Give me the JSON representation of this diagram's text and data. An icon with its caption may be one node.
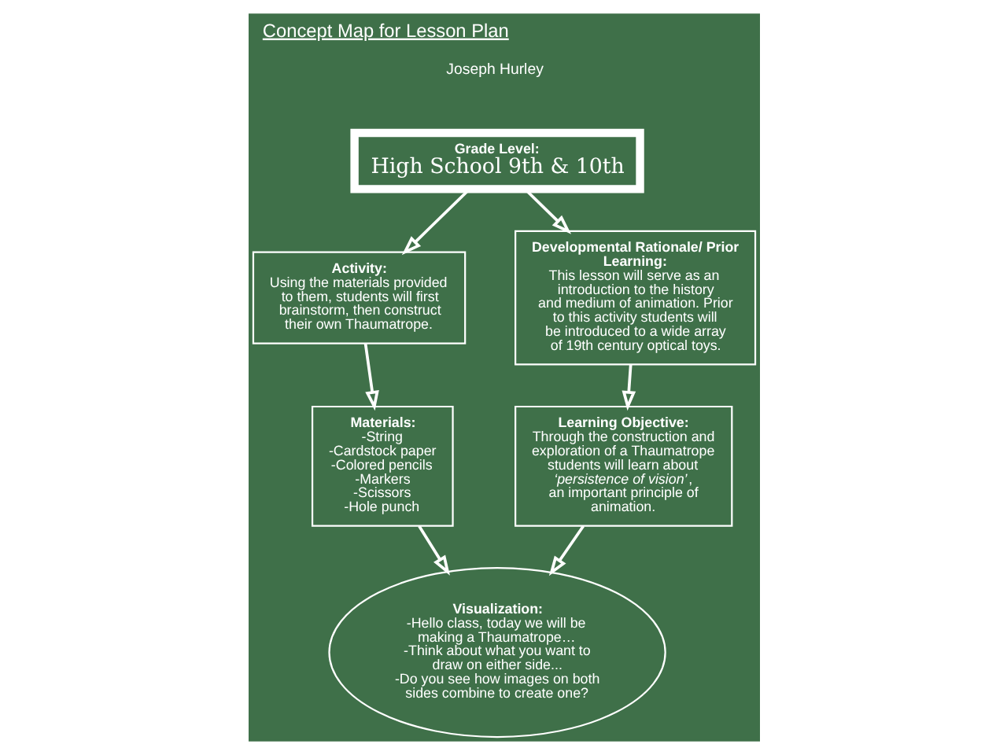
{
  "diagram": {
    "title": "Concept Map for Lesson Plan",
    "nodes": [
      {
        "text": [
          "Grade Level:",
          "High School 9th & 10th"
        ]
      },
      {
        "text": [
          "Activity:",
          "Using the materials provided to them, students will first brainstorm, then construct their own Thaumatrope."
        ]
      },
      {
        "text": [
          "Developmental Rationale/ Prior Learning:",
          "This lesson will serve as an introduction to the history and medium of animation. Prior to this activity students will be introduced to a wide array of 19th century optical toys."
        ]
      },
      {
        "text": [
          "Materials:",
          "-String",
          "-Cardstock paper",
          "-Colored pencils",
          "-Markers",
          "-Scissors",
          "-Hole punch"
        ]
      },
      {
        "text": [
          "Learning Objective:",
          "Through the construction and exploration of a Thaumatrope students will learn about *‘persistence of vision’*, an important principle of animation."
        ]
      },
      {
        "text": [
          "Visualization:",
          "-Hello class, today we will be making a Thaumatrope…",
          "-Think about what you want to draw on either side...",
          "-Do you see how images on both sides combine to create one?"
        ]
      }
    ],
    "edges": [
      {
        "from": 0,
        "to": 1,
        "arrow": "to"
      },
      {
        "from": 0,
        "to": 2,
        "arrow": "to"
      },
      {
        "from": 1,
        "to": 3,
        "arrow": "to"
      },
      {
        "from": 2,
        "to": 4,
        "arrow": "to"
      },
      {
        "from": 3,
        "to": 5,
        "arrow": "to"
      },
      {
        "from": 4,
        "to": 5,
        "arrow": "to"
      }
    ],
    "labels": [
      "Joseph Hurley"
    ]
  }
}
